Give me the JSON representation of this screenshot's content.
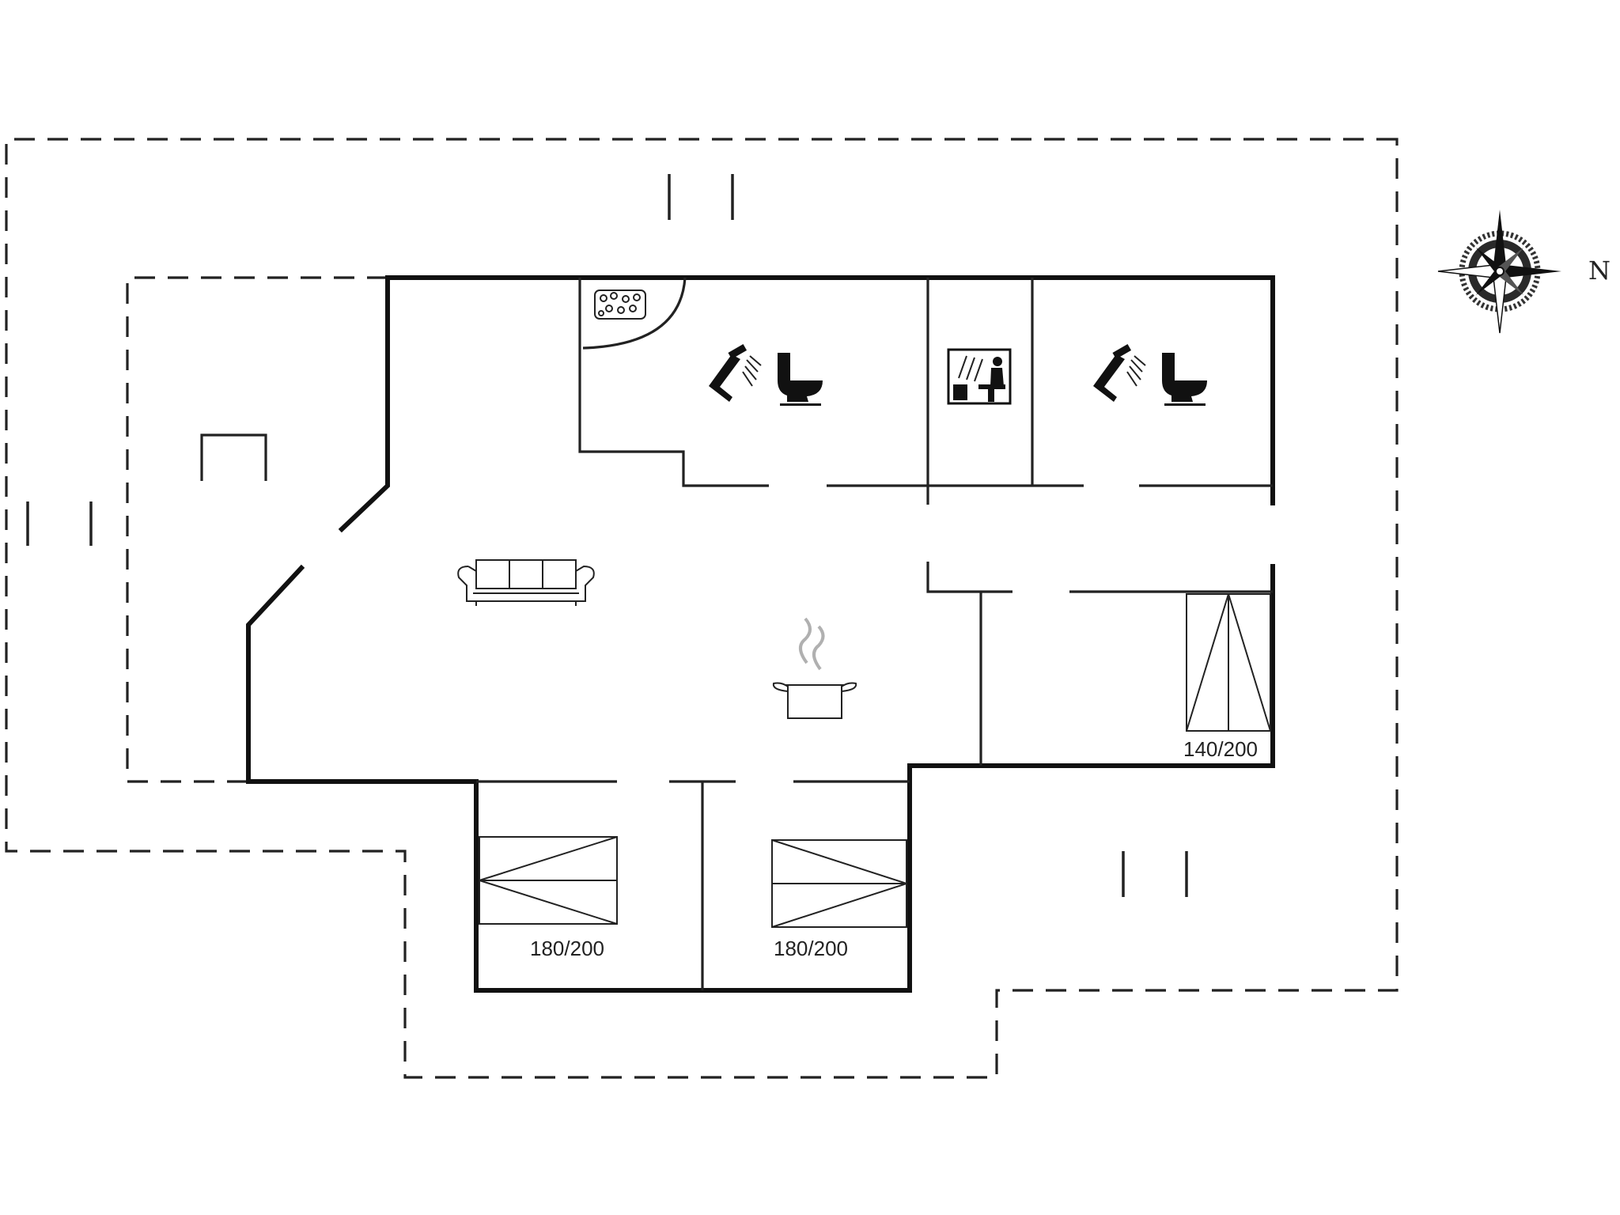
{
  "compass": {
    "label": "N"
  },
  "beds": [
    {
      "label": "180/200"
    },
    {
      "label": "180/200"
    },
    {
      "label": "140/200"
    }
  ],
  "icons": {
    "hot_tub": "hot-tub-icon",
    "shower": "shower-icon",
    "toilet": "toilet-icon",
    "sauna": "sauna-icon",
    "sofa": "sofa-icon",
    "cooking_pot": "cooking-pot-icon",
    "compass": "compass-rose-icon"
  },
  "colors": {
    "line": "#111111",
    "background": "#ffffff"
  }
}
